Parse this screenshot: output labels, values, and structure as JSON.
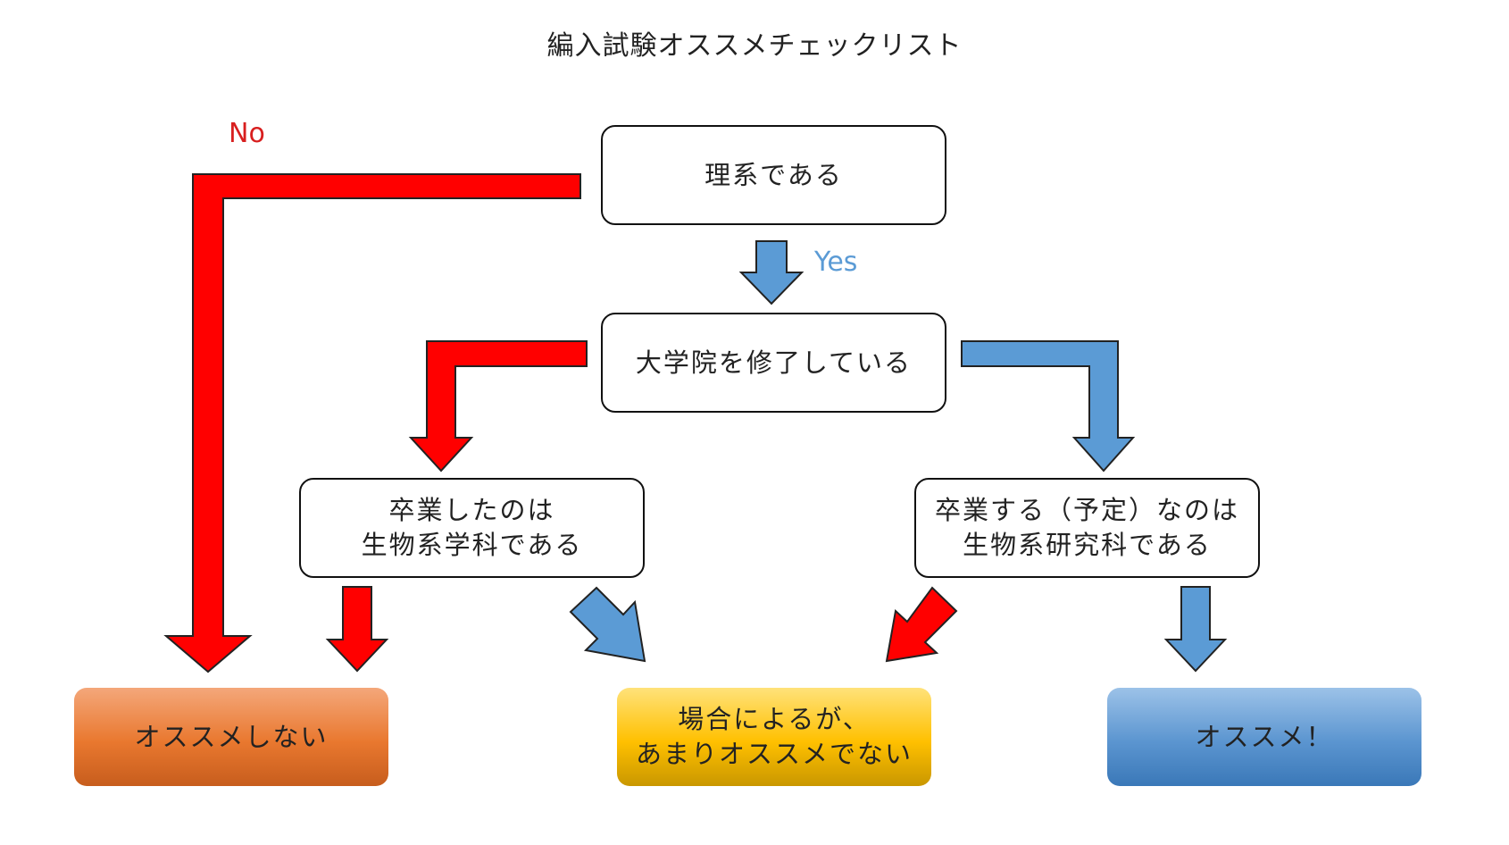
{
  "title": "編入試験オススメチェックリスト",
  "labels": {
    "no": "No",
    "yes": "Yes"
  },
  "nodes": {
    "science": "理系である",
    "grad_school": "大学院を修了している",
    "bio_dept_line1": "卒業したのは",
    "bio_dept_line2": "生物系学科である",
    "bio_grad_line1": "卒業する（予定）なのは",
    "bio_grad_line2": "生物系研究科である"
  },
  "results": {
    "not_recommended": "オススメしない",
    "depends_line1": "場合によるが、",
    "depends_line2": "あまりオススメでない",
    "recommended": "オススメ！"
  },
  "colors": {
    "no_arrow": "#ff0000",
    "yes_arrow": "#5b9bd5",
    "no_label": "#d81f1f",
    "yes_label": "#5b9bd5",
    "result_orange": "#e9782f",
    "result_yellow": "#ffc000",
    "result_blue": "#5b95d0"
  }
}
